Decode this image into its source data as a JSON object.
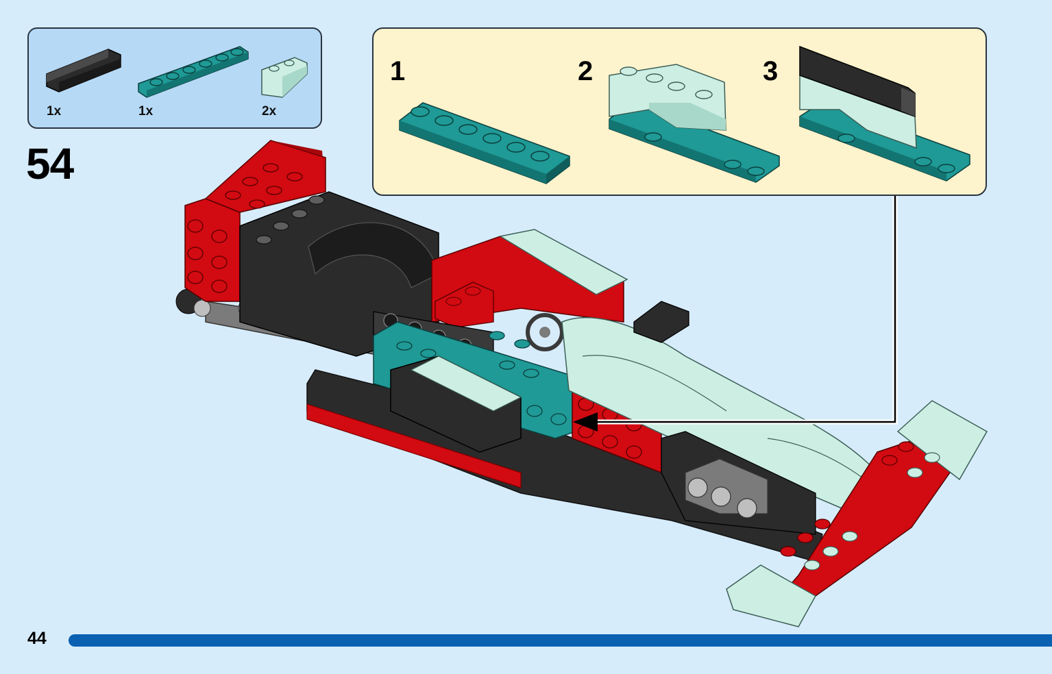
{
  "parts": [
    {
      "name": "black-angle-plate",
      "quantity": "1x",
      "color": "#2b2b2b"
    },
    {
      "name": "teal-plate-1x6",
      "quantity": "1x",
      "color": "#1f9a96"
    },
    {
      "name": "light-aqua-slope-brick",
      "quantity": "2x",
      "color": "#cdeee3"
    }
  ],
  "step": {
    "number": "54"
  },
  "substeps": [
    {
      "number": "1"
    },
    {
      "number": "2"
    },
    {
      "number": "3"
    }
  ],
  "colors": {
    "background": "#d7ecfb",
    "parts_box": "#b6d9f6",
    "substep_box": "#fdf3cc",
    "teal": "#1f9a96",
    "red": "#d20a11",
    "aqua": "#cdeee3",
    "black": "#2b2b2b",
    "gray": "#7b7b7b",
    "progress": "#0a61b2"
  },
  "page": {
    "number": "44"
  }
}
